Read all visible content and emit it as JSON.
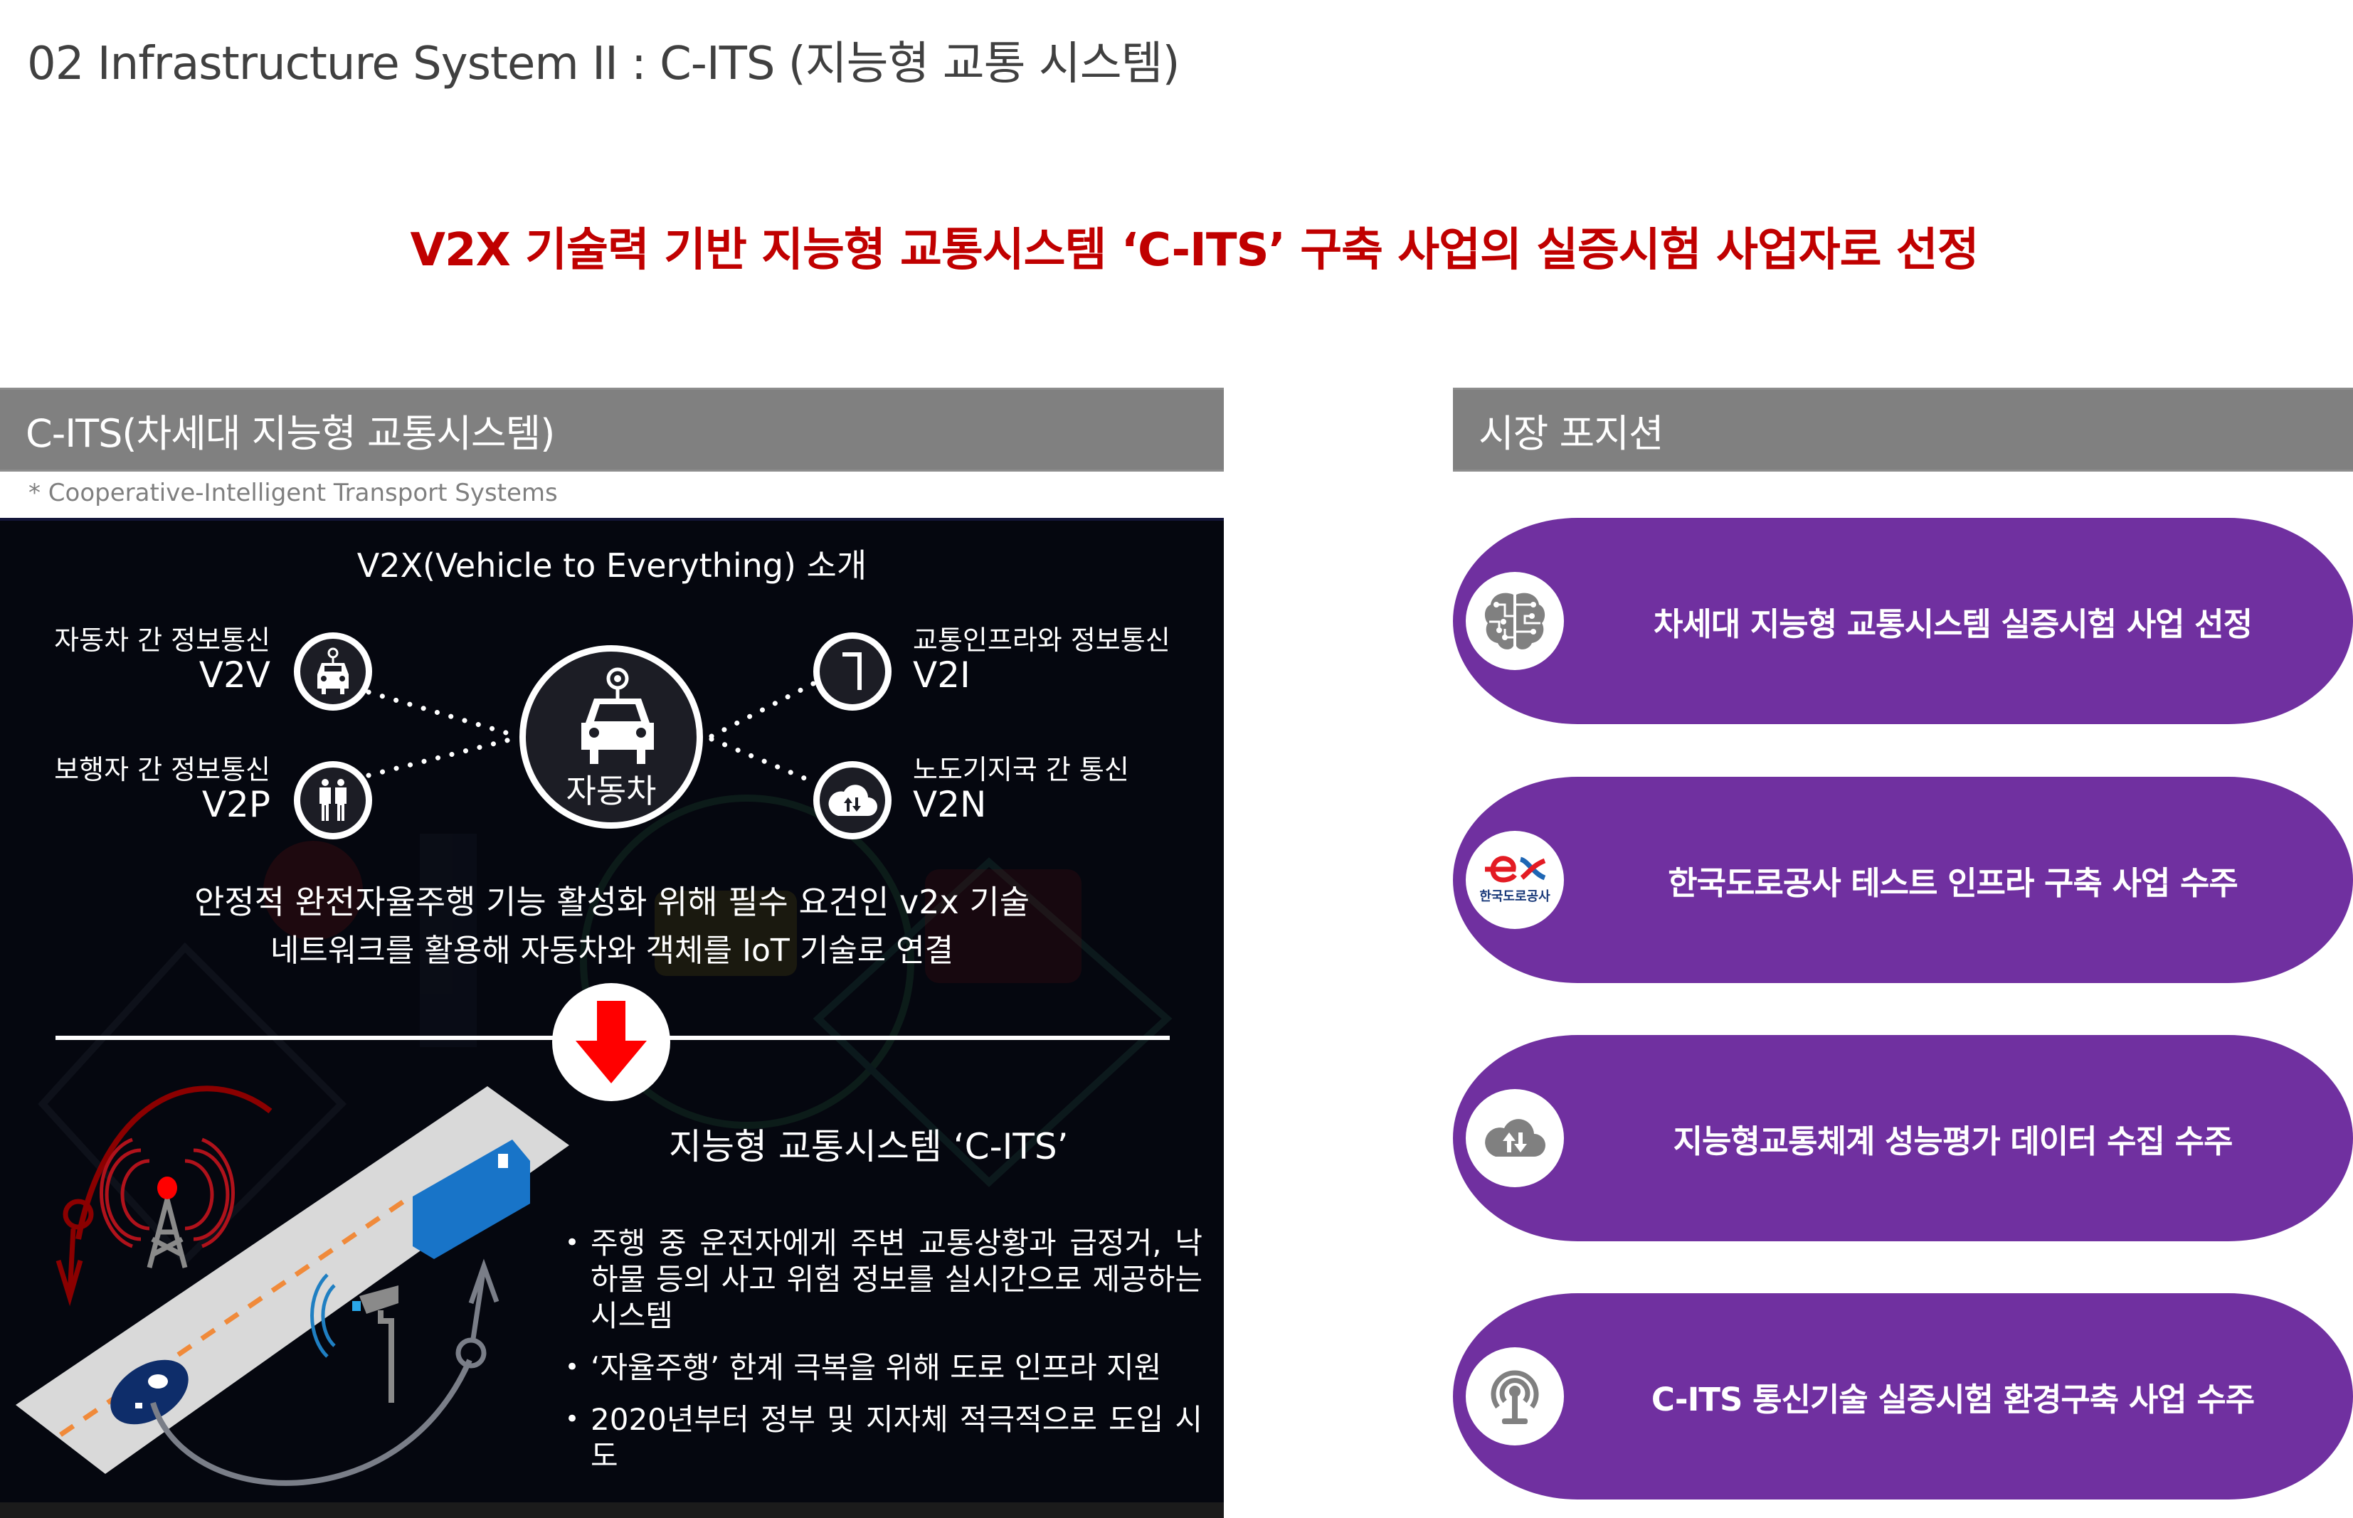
{
  "page": {
    "title": "02 Infrastructure System II : C-ITS (지능형 교통 시스템)",
    "headline": "V2X 기술력 기반 지능형 교통시스템 ‘C-ITS’ 구축 사업의 실증시험 사업자로 선정"
  },
  "left_section": {
    "header": "C-ITS(차세대 지능형 교통시스템)",
    "footnote": "* Cooperative-Intelligent Transport Systems",
    "v2x_title": "V2X(Vehicle to Everything) 소개",
    "center_node": {
      "label": "자동차",
      "icon": "car-with-antenna-icon"
    },
    "nodes": [
      {
        "kr": "자동차 간 정보통신",
        "code": "V2V",
        "icon": "car-icon",
        "side": "left"
      },
      {
        "kr": "보행자 간 정보통신",
        "code": "V2P",
        "icon": "pedestrians-icon",
        "side": "left"
      },
      {
        "kr": "교통인프라와 정보통신",
        "code": "V2I",
        "icon": "traffic-pole-icon",
        "side": "right"
      },
      {
        "kr": "노도기지국 간 통신",
        "code": "V2N",
        "icon": "cloud-transfer-icon",
        "side": "right"
      }
    ],
    "description": [
      "안정적 완전자율주행 기능 활성화 위해 필수 요건인 v2x 기술",
      "네트워크를 활용해 자동차와 객체를 IoT 기술로 연결"
    ],
    "arrow_icon": "down-arrow-icon",
    "cits_title": "지능형 교통시스템 ‘C-ITS’",
    "bullets": [
      "주행 중 운전자에게 주변 교통상황과 급정거, 낙하물 등의 사고 위험 정보를 실시간으로 제공하는 시스템",
      "‘자율주행’ 한계 극복을 위해 도로 인프라 지원",
      "2020년부터 정부 및 지자체 적극적으로 도입 시도"
    ]
  },
  "right_section": {
    "header": "시장 포지션",
    "items": [
      {
        "text": "차세대 지능형 교통시스템 실증시험 사업 선정",
        "icon": "ai-brain-icon"
      },
      {
        "text": "한국도로공사 테스트 인프라 구축 사업 수주",
        "icon": "korea-expressway-logo-icon",
        "logo_text": "한국도로공사",
        "logo_mark": "ex"
      },
      {
        "text": "지능형교통체계 성능평가 데이터 수집 수주",
        "icon": "cloud-transfer-icon"
      },
      {
        "text": "C-ITS 통신기술 실증시험 환경구축 사업 수주",
        "icon": "broadcast-antenna-icon"
      }
    ]
  },
  "colors": {
    "headline_red": "#C00000",
    "section_gray": "#808080",
    "pill_purple": "#7030A0",
    "panel_dark": "#05070F",
    "arrow_red": "#FF0000",
    "title_gray": "#404040"
  }
}
